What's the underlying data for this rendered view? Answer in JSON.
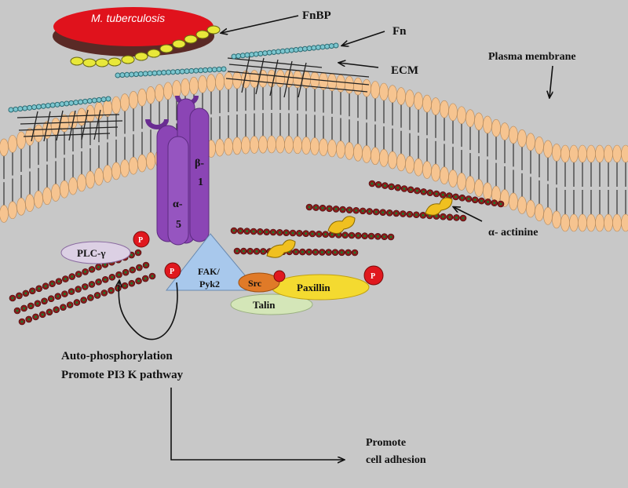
{
  "labels": {
    "bacterium": "M. tuberculosis",
    "fnbp": "FnBP",
    "fn": "Fn",
    "ecm": "ECM",
    "membrane": "Plasma membrane",
    "integrin_alpha": [
      "α-",
      "5"
    ],
    "integrin_beta": [
      "β-",
      "1"
    ],
    "plc": "PLC-γ",
    "fak": [
      "FAK/",
      "Pyk2"
    ],
    "src": "Src",
    "paxillin": "Paxillin",
    "talin": "Talin",
    "actinin": "α- actinine",
    "phospho": "P",
    "autophos": [
      "Auto-phosphorylation",
      "Promote  PI3 K pathway"
    ],
    "adhesion": [
      "Promote",
      "cell adhesion"
    ]
  },
  "colors": {
    "background": "#c8c8c8",
    "lipid_head": "#f6c490",
    "integrin": "#8b45b5",
    "bacterium": "#e0121c",
    "fnbp": "#e8e83a",
    "fibronectin": "#7cc6cf",
    "actin": "#8b1a1a",
    "actin_core": "#1f7a2f",
    "actinin": "#f0c020",
    "fak": "#a8c8ec",
    "src": "#e07a28",
    "paxillin": "#f4da30",
    "talin": "#d4e6b8",
    "plc": "#dcd0e4",
    "phospho": "#e0181e"
  },
  "icons": [
    "bacterium-shape",
    "fibronectin-chain",
    "ecm-mesh",
    "lipid-bilayer",
    "integrin-receptor",
    "actin-filament",
    "actinin-crosslink",
    "phosphate-circle",
    "curved-arrow",
    "elbow-arrow"
  ]
}
